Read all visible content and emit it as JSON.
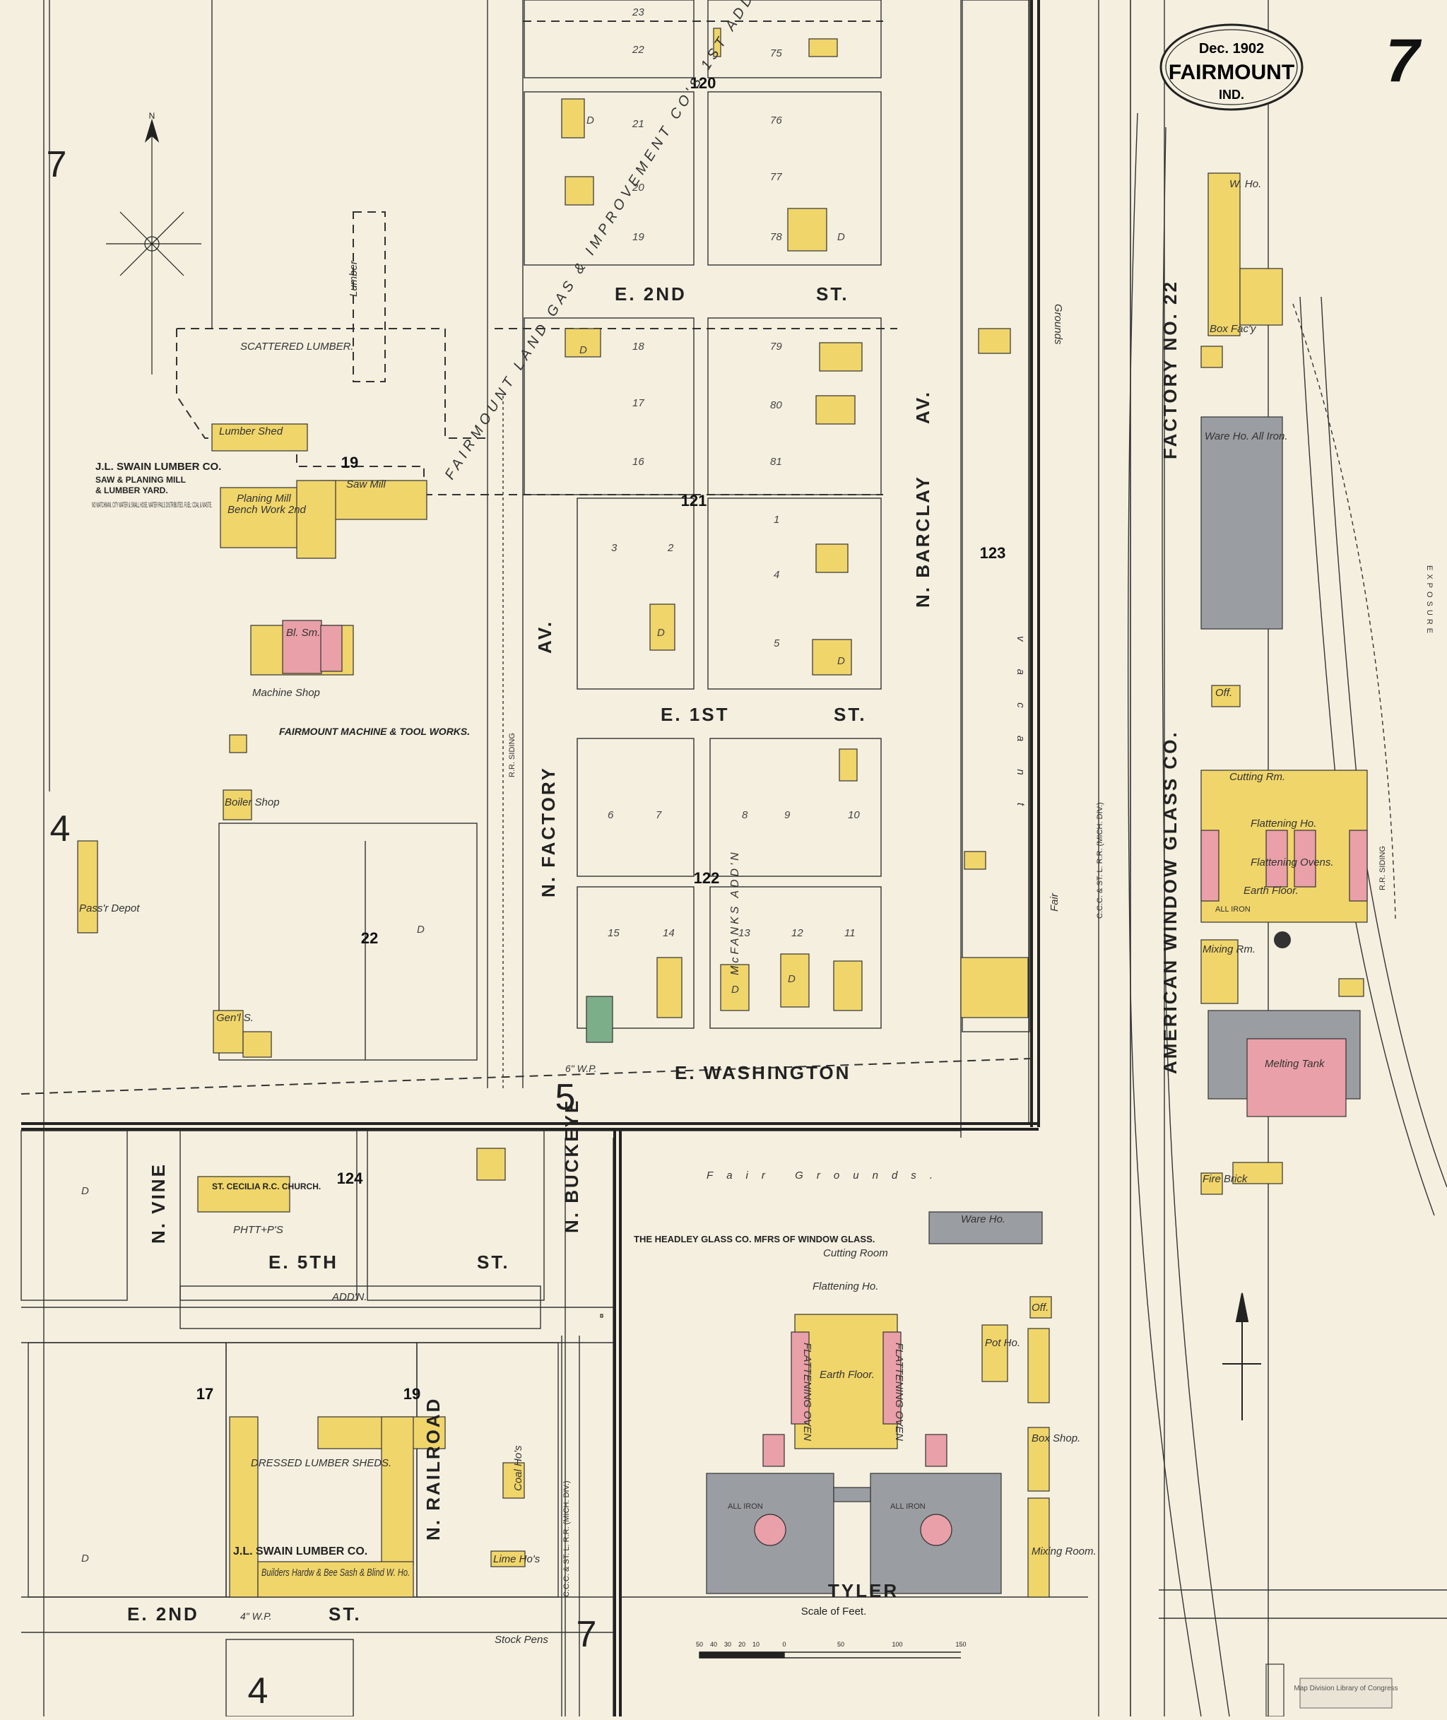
{
  "title_cartouche": {
    "date": "Dec. 1902",
    "town": "FAIRMOUNT",
    "state": "IND."
  },
  "sheet_number": "7",
  "edge_numbers": {
    "left_top": "7",
    "left_mid": "4",
    "bottom_mid": "4",
    "bottom_center": "7",
    "mid_five": "5"
  },
  "streets": {
    "e_2nd": "E. 2ND",
    "st_a": "ST.",
    "e_1st": "E. 1ST",
    "st_b": "ST.",
    "e_washington": "E. WASHINGTON",
    "n_factory": "N. FACTORY",
    "av_a": "AV.",
    "n_barclay": "N. BARCLAY",
    "av_b": "AV.",
    "n_vine": "N. VINE",
    "n_buckeye": "N. BUCKEYE",
    "e_5th": "E. 5TH",
    "st_c": "ST.",
    "n_railroad": "N. RAILROAD",
    "e_2nd_south": "E. 2ND",
    "st_d": "ST.",
    "tyler": "TYLER",
    "factory_no_22": "FACTORY NO. 22",
    "american_window_glass": "AMERICAN WINDOW GLASS CO."
  },
  "block_numbers": {
    "b120": "120",
    "b121": "121",
    "b122": "122",
    "b123": "123",
    "b124": "124",
    "b22": "22",
    "b17": "17",
    "b19a": "19",
    "b19b": "19"
  },
  "labels": {
    "swain_top": "J.L. SWAIN LUMBER CO.",
    "swain_sub1": "SAW & PLANING MILL",
    "swain_sub2": "& LUMBER YARD.",
    "swain_notes": "NO WATCHMAN. CITY WATER & SMALL HOSE. WATER PAILS DISTRIBUTED. FUEL: COAL & WASTE.",
    "scattered_lumber": "SCATTERED LUMBER.",
    "lumber": "Lumber",
    "lumber_shed": "Lumber Shed",
    "planing_mill": "Planing Mill",
    "bench_work": "Bench Work 2nd",
    "saw_mill": "Saw Mill",
    "machine_works": "FAIRMOUNT MACHINE & TOOL WORKS.",
    "machine_shop": "Machine Shop",
    "bl_sm": "Bl. Sm.",
    "boiler_shop": "Boiler Shop",
    "passr_depot": "Pass'r Depot",
    "genl_s": "Gen'l S.",
    "church": "ST. CECILIA R.C. CHURCH.",
    "phtt": "PHTT+P'S",
    "add_n": "ADD'N.",
    "dressed_lumber": "DRESSED LUMBER SHEDS.",
    "swain_bottom": "J.L. SWAIN LUMBER CO.",
    "builders": "Builders Hardw & Bee Sash & Blind W. Ho.",
    "coal_hos": "Coal Ho's",
    "lime_hos": "Lime Ho's",
    "stock_pens": "Stock Pens",
    "fair_grounds_h": "Fair Grounds.",
    "grounds_v": "Grounds",
    "fair_v": "Fair",
    "vacant": "vacant",
    "headley": "THE HEADLEY GLASS CO. MFRS OF WINDOW GLASS.",
    "ware_ho_a": "Ware Ho.",
    "ware_ho_b": "Ware Ho. All Iron.",
    "cutting_room": "Cutting Room",
    "flattening_ho": "Flattening Ho.",
    "flattening_oven": "FLATTENING OVEN",
    "earth_floor": "Earth Floor.",
    "pot_ho": "Pot Ho.",
    "box_shop": "Box Shop.",
    "mixing_room": "Mixing Room.",
    "off": "Off.",
    "w_ho": "W. Ho.",
    "box_facty": "Box Fac'y",
    "cutting_rm": "Cutting Rm.",
    "flattening_ovens": "Flattening Ovens.",
    "melting_tank": "Melting Tank",
    "mixing_rm": "Mixing Rm.",
    "fire_brick": "Fire Brick",
    "all_iron": "ALL IRON",
    "rr_ccc": "C.C.C. & ST. L. R.R. (MICH. DIV.)",
    "exposure": "EXPOSURE",
    "gas_co": "FAIRMOUNT LAND GAS & IMPROVEMENT CO'S 1ST ADD'N",
    "mcfanks": "McFANKS ADD'N",
    "scale_title": "Scale of Feet.",
    "stamp": "Map Division Library of Congress",
    "water_main": "6\" W.P.",
    "water_main2": "4\" W.P.",
    "rr_siding": "R.R. SIDING",
    "d": "D",
    "n_arrow": "N"
  },
  "lot_numbers": [
    "23",
    "22",
    "21",
    "20",
    "19",
    "18",
    "17",
    "16",
    "75",
    "76",
    "77",
    "78",
    "79",
    "80",
    "81",
    "1",
    "2",
    "3",
    "4",
    "5",
    "6",
    "7",
    "8",
    "9",
    "10",
    "11",
    "12",
    "13",
    "14",
    "15"
  ],
  "scale_ticks": [
    "50",
    "40",
    "30",
    "20",
    "10",
    "0",
    "50",
    "100",
    "150"
  ],
  "colors": {
    "frame": "#f0d56a",
    "brick": "#e9a0a8",
    "iron": "#9a9da2",
    "stone": "#7cae8a",
    "paper": "#f4efdf",
    "ink": "#222222"
  }
}
